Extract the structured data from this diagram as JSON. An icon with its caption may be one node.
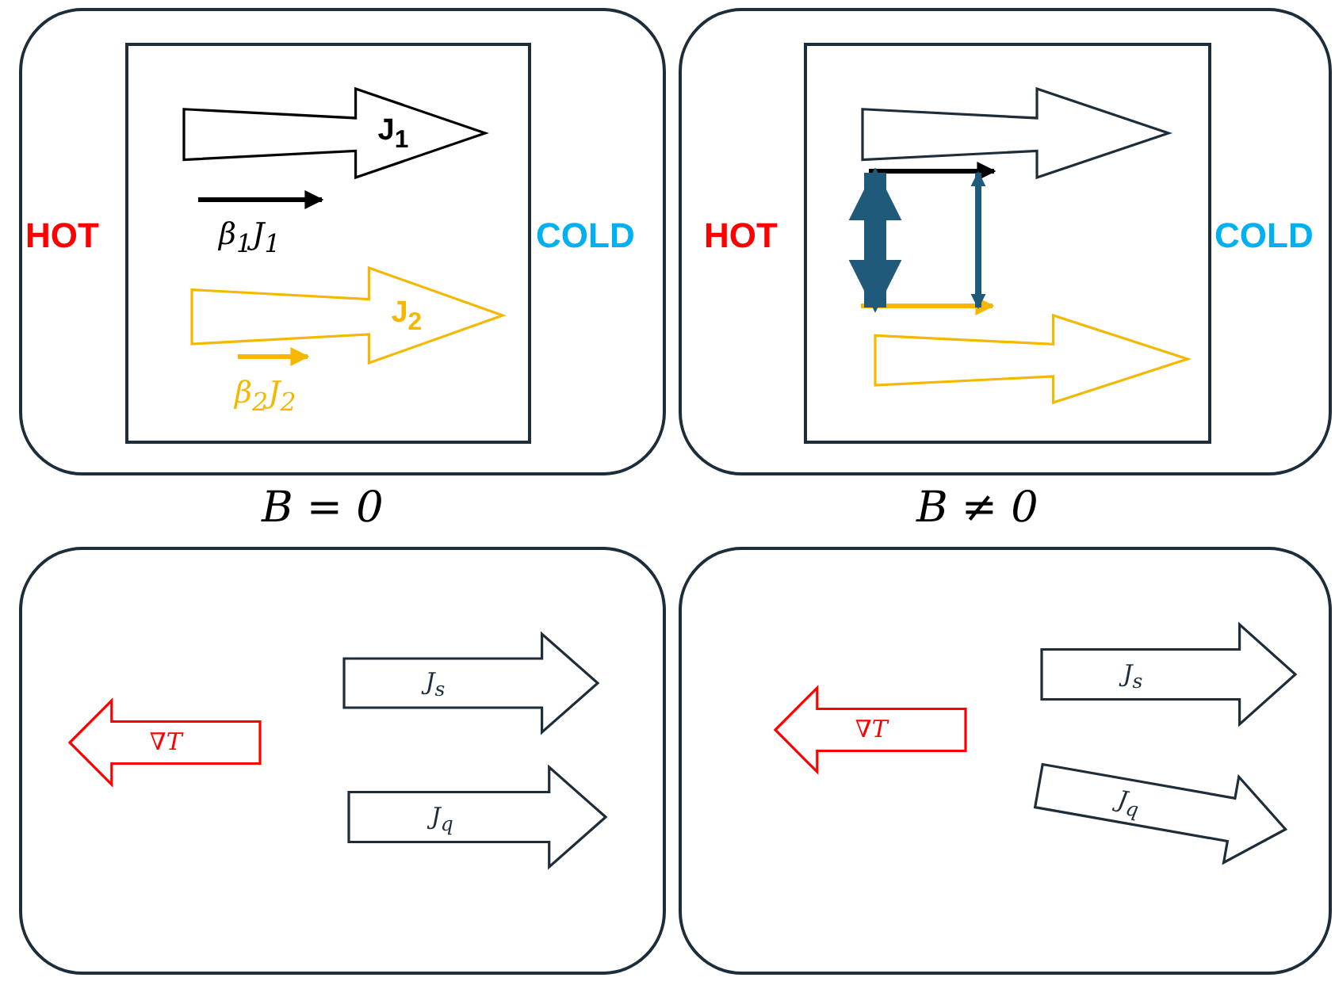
{
  "diagram": {
    "nodes": [
      {
        "text": [],
        "shape": "box"
      },
      {
        "text": [],
        "shape": "box",
        "in": 0
      },
      {
        "text": [
          "J$_{1}$"
        ],
        "in": 1
      },
      {
        "text": [
          "J$_{2}$"
        ],
        "in": 1,
        "beside": [
          "β$_{2}$J$_{2}$"
        ]
      },
      {
        "text": [],
        "shape": "box"
      },
      {
        "text": [],
        "shape": "box",
        "in": 4
      },
      {
        "text": [],
        "shape": "arrow",
        "in": 5
      },
      {
        "text": [],
        "shape": "arrow",
        "in": 5
      },
      {
        "text": [],
        "shape": "box"
      },
      {
        "text": [
          "∇T"
        ],
        "in": 8
      },
      {
        "text": [
          "J$_{s}$"
        ],
        "in": 8
      },
      {
        "text": [
          "J$_{q}$"
        ],
        "in": 8
      },
      {
        "text": [],
        "shape": "box"
      },
      {
        "text": [
          "∇T"
        ],
        "in": 12
      },
      {
        "text": [
          "J$_{s}$"
        ],
        "in": 12
      },
      {
        "text": [
          "J$_{q}$"
        ],
        "in": 12
      }
    ],
    "edges": [
      {
        "from": 6,
        "to": 7,
        "arrow": "both",
        "style": "thick"
      },
      {
        "from": 6,
        "to": 7,
        "arrow": "both"
      }
    ],
    "labels": [
      "HOT",
      "β$_{1}$J$_{1}$",
      "COLD",
      "HOT",
      "COLD",
      "B = 0",
      "B ≠ 0"
    ]
  }
}
